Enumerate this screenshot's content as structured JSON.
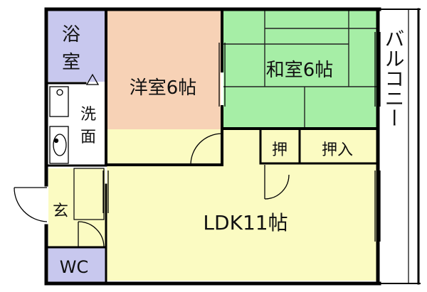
{
  "rooms": {
    "bath": {
      "line1": "浴",
      "line2": "室"
    },
    "washroom": {
      "line1": "洗",
      "line2": "面"
    },
    "western_room": {
      "label": "洋室6帖"
    },
    "japanese_room": {
      "label": "和室6帖"
    },
    "closet_small": {
      "label": "押"
    },
    "closet_large": {
      "label": "押入"
    },
    "entrance": {
      "label": "玄"
    },
    "toilet": {
      "label": "WC"
    },
    "ldk": {
      "label": "LDK11帖"
    },
    "balcony": {
      "label": "バルコニー"
    }
  },
  "colors": {
    "bath": "#c8c8ee",
    "western_room": "#f7d2b6",
    "japanese_room": "#a6eea6",
    "closet": "#f5c8ee",
    "ldk": "#fbfbc2",
    "entrance": "#fbfbc2",
    "wall": "#000000",
    "frame": "#1a1a1a"
  }
}
